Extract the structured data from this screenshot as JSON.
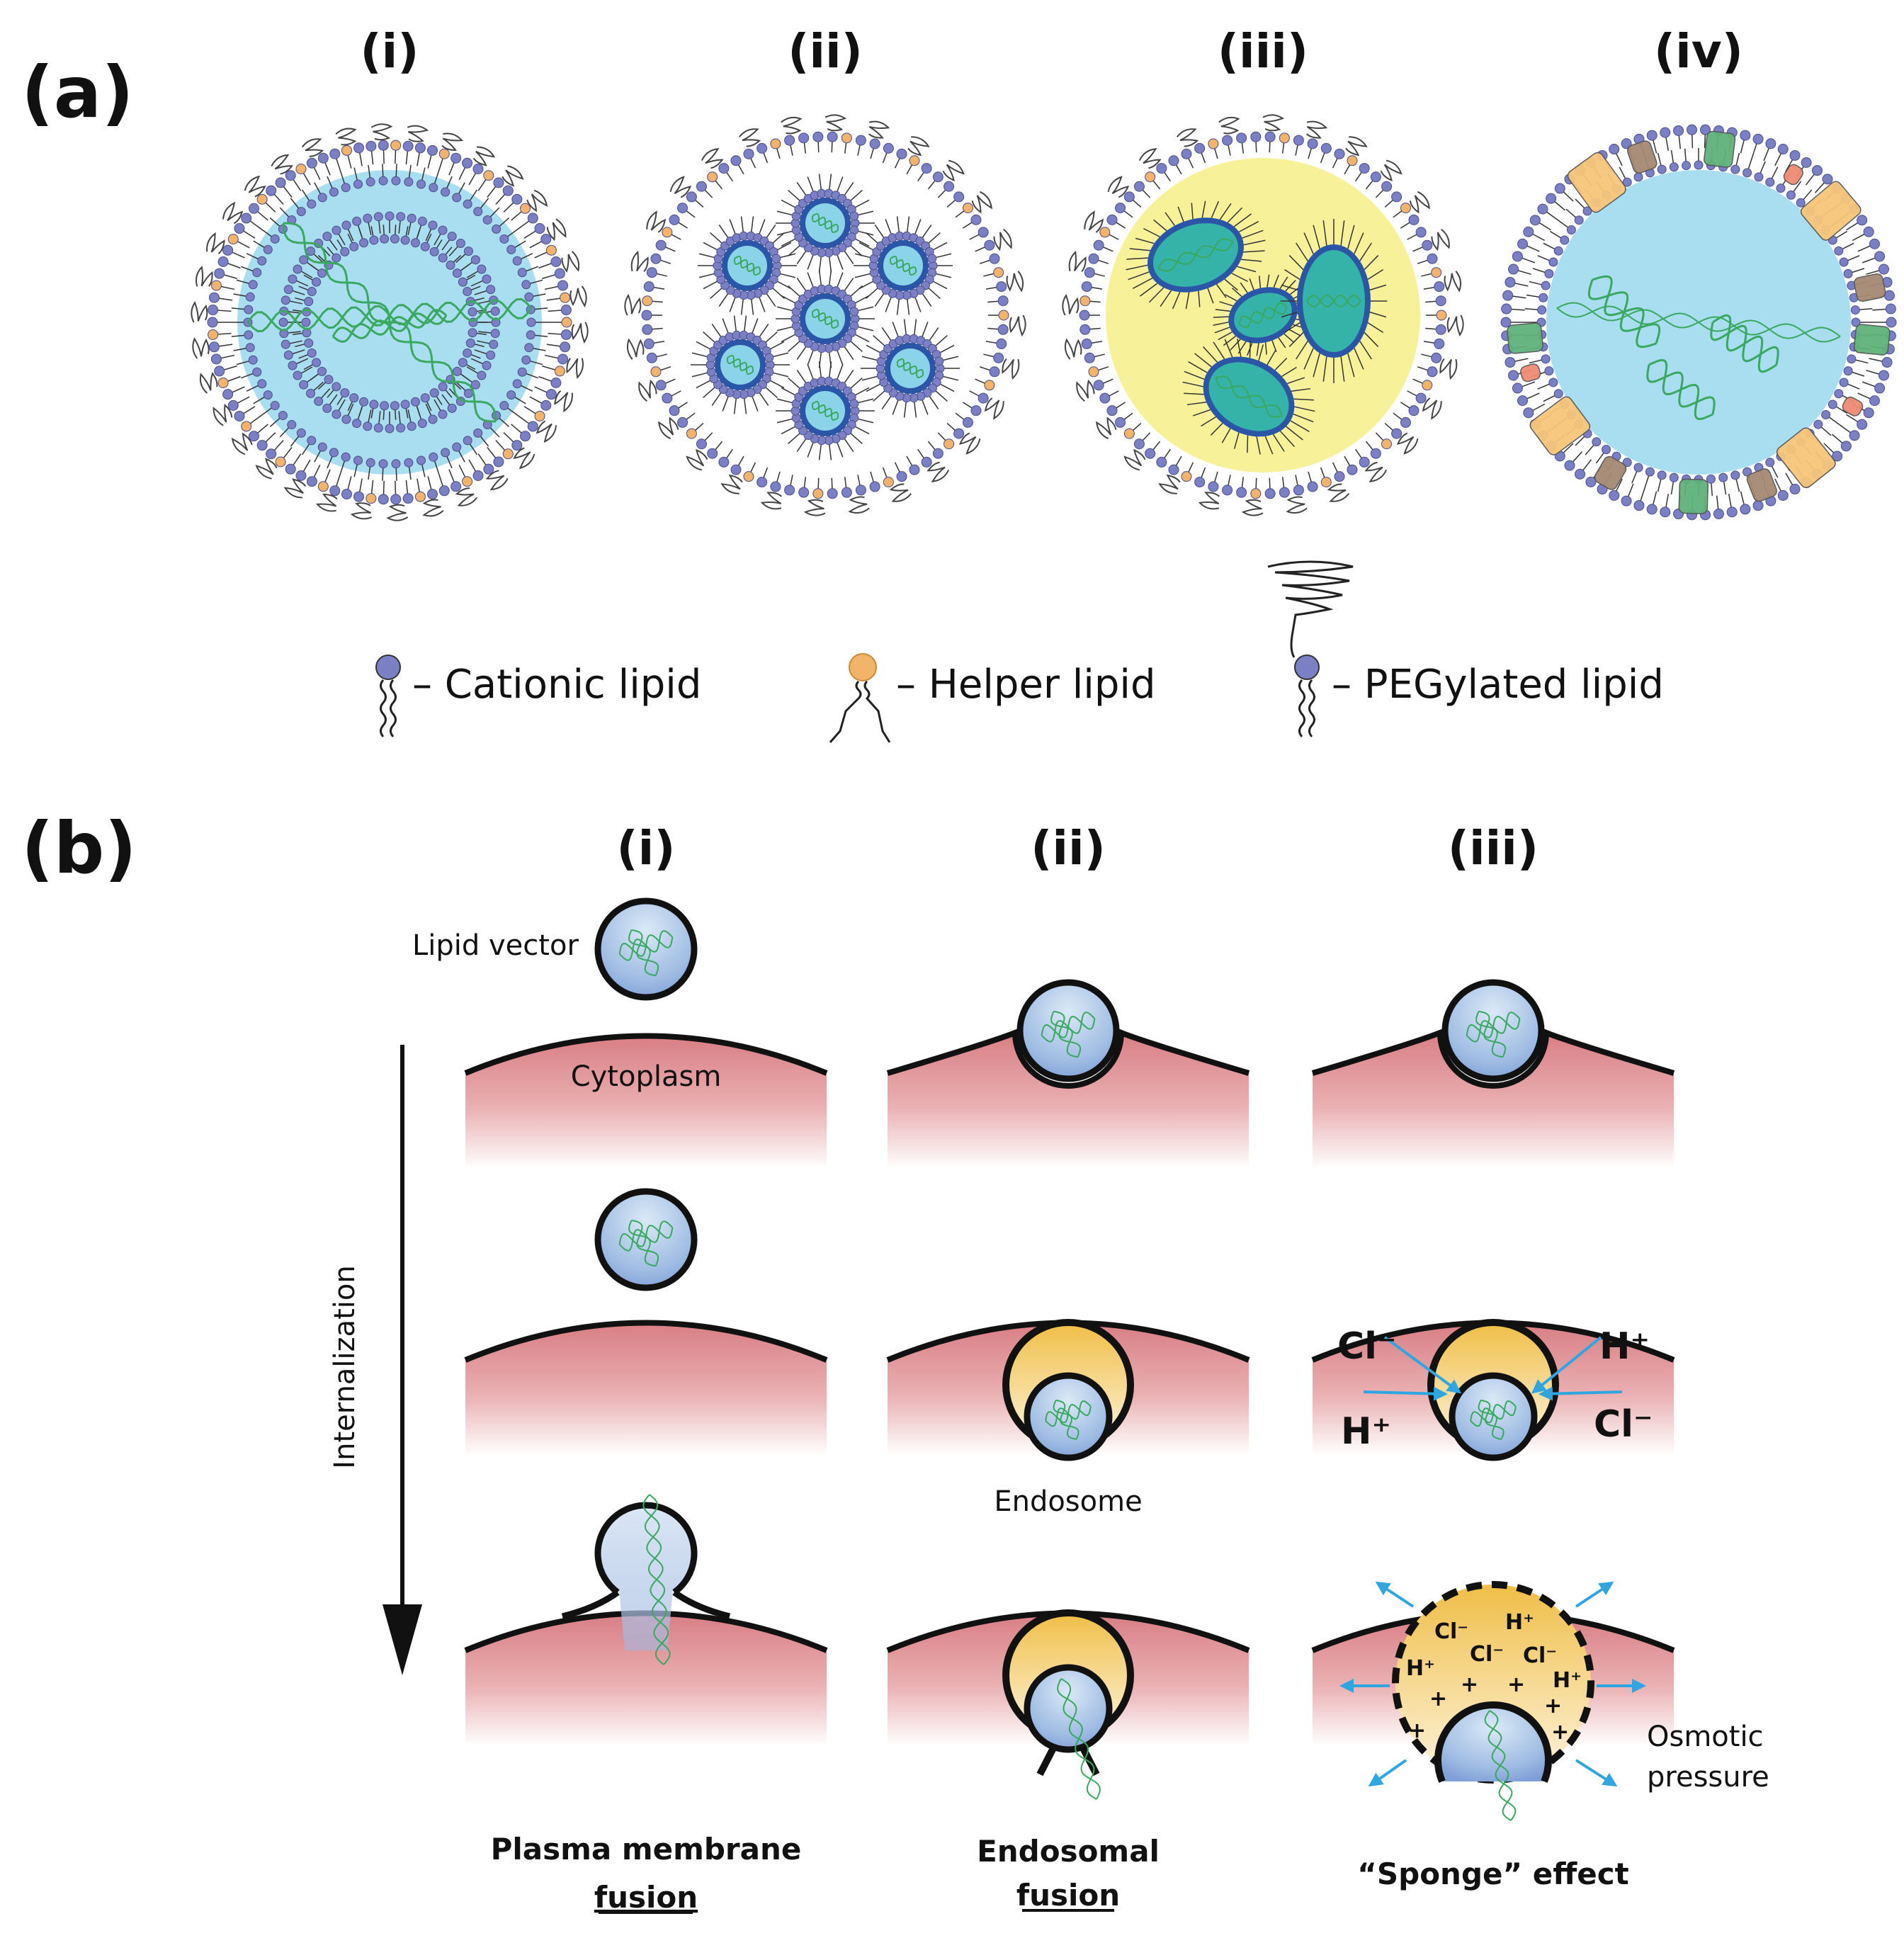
{
  "panel_a": {
    "letter": "(a)",
    "labels": [
      "(i)",
      "(ii)",
      "(iii)",
      "(iv)"
    ]
  },
  "legend": {
    "cationic": "– Cationic lipid",
    "helper": "– Helper lipid",
    "pegylated": "– PEGylated lipid"
  },
  "panel_b": {
    "letter": "(b)",
    "labels": [
      "(i)",
      "(ii)",
      "(iii)"
    ],
    "lipid_vector": "Lipid vector",
    "cytoplasm": "Cytoplasm",
    "internalization": "Internalization",
    "endosome": "Endosome",
    "osmotic_line1": "Osmotic",
    "osmotic_line2": "pressure",
    "ions": {
      "cl": "Cl⁻",
      "h": "H⁺",
      "plus": "+"
    },
    "captions": {
      "c1_line1": "Plasma membrane",
      "c1_line2": "fusion",
      "c2_line1": "Endosomal",
      "c2_line2": "fusion",
      "c3": "“Sponge” effect"
    }
  },
  "colors": {
    "cationic_head": "#7b7fc4",
    "helper_head": "#f2b36a",
    "core_blue": "#a9ddf0",
    "core_yellow": "#f7f29a",
    "dna_green": "#3aa860",
    "cytoplasm_top": "#d87e84",
    "endosome_yellow": "#efbe47",
    "arrow_blue": "#2fa6e0"
  }
}
